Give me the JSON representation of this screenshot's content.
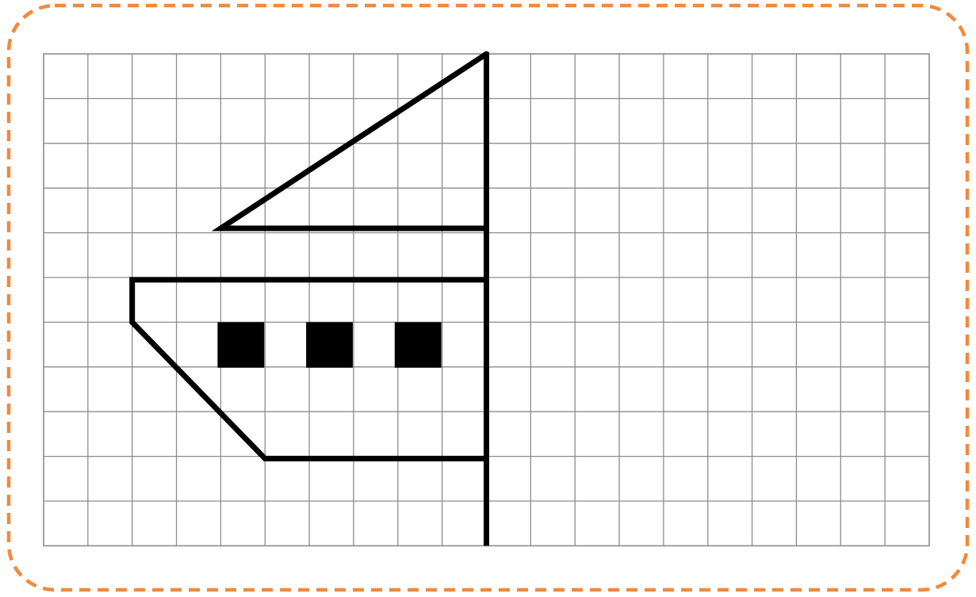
{
  "colors": {
    "frame": "#f08a3c",
    "grid": "#8c8c8c",
    "figure": "#000000",
    "background": "#ffffff"
  },
  "grid": {
    "columns": 20,
    "rows": 11
  },
  "symmetry_axis": {
    "column": 10,
    "from_row": 0,
    "to_row": 11
  },
  "figure": {
    "sail": [
      [
        10,
        0
      ],
      [
        4,
        3.9
      ],
      [
        10,
        3.9
      ]
    ],
    "hull": [
      [
        10,
        5.05
      ],
      [
        2,
        5.05
      ],
      [
        2,
        6
      ],
      [
        5,
        9.05
      ],
      [
        10,
        9.05
      ]
    ],
    "windows": [
      [
        4,
        6
      ],
      [
        6,
        6
      ],
      [
        8,
        6
      ]
    ]
  }
}
